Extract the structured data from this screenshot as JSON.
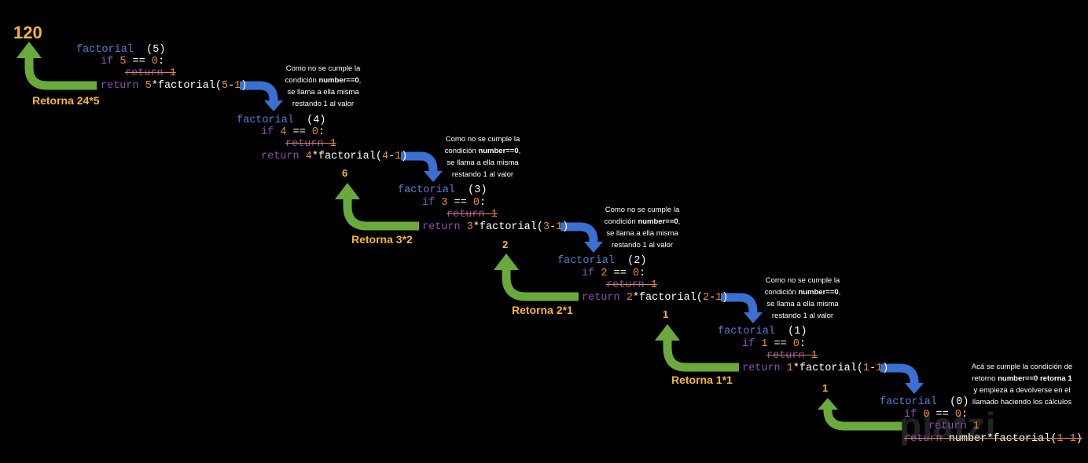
{
  "result_top": "120",
  "watermark": "platzi",
  "levels": [
    {
      "call_fn": "factorial",
      "call_arg": "(5)",
      "if_kw": "if",
      "if_num": "5",
      "if_op": "==",
      "if_zero": "0",
      "if_colon": ":",
      "ret1_kw": "return",
      "ret1_num": "1",
      "ret_kw": "return",
      "ret_num": "5",
      "ret_mul": "*factorial(",
      "ret_a": "5",
      "ret_minus": "-",
      "ret_b": "1",
      "ret_close": ")",
      "note_l1": "Como no se cumple la",
      "note_l2a": "condición ",
      "note_l2b": "number==0",
      "note_l2c": ",",
      "note_l3": "se llama a ella misma",
      "note_l4": "restando 1 al valor",
      "retorna": "Retorna 24*5",
      "value": ""
    },
    {
      "call_fn": "factorial",
      "call_arg": "(4)",
      "if_kw": "if",
      "if_num": "4",
      "if_op": "==",
      "if_zero": "0",
      "if_colon": ":",
      "ret1_kw": "return",
      "ret1_num": "1",
      "ret_kw": "return",
      "ret_num": "4",
      "ret_mul": "*factorial(",
      "ret_a": "4",
      "ret_minus": "-",
      "ret_b": "1",
      "ret_close": ")",
      "note_l1": "Como no se cumple la",
      "note_l2a": "condición ",
      "note_l2b": "number==0",
      "note_l2c": ",",
      "note_l3": "se llama a ella misma",
      "note_l4": "restando 1 al valor",
      "retorna": "",
      "value": "6"
    },
    {
      "call_fn": "factorial",
      "call_arg": "(3)",
      "if_kw": "if",
      "if_num": "3",
      "if_op": "==",
      "if_zero": "0",
      "if_colon": ":",
      "ret1_kw": "return",
      "ret1_num": "1",
      "ret_kw": "return",
      "ret_num": "3",
      "ret_mul": "*factorial(",
      "ret_a": "3",
      "ret_minus": "-",
      "ret_b": "1",
      "ret_close": ")",
      "note_l1": "Como no se cumple la",
      "note_l2a": "condición ",
      "note_l2b": "number==0",
      "note_l2c": ",",
      "note_l3": "se llama a ella misma",
      "note_l4": "restando 1 al valor",
      "retorna": "Retorna 3*2",
      "value": "2"
    },
    {
      "call_fn": "factorial",
      "call_arg": "(2)",
      "if_kw": "if",
      "if_num": "2",
      "if_op": "==",
      "if_zero": "0",
      "if_colon": ":",
      "ret1_kw": "return",
      "ret1_num": "1",
      "ret_kw": "return",
      "ret_num": "2",
      "ret_mul": "*factorial(",
      "ret_a": "2",
      "ret_minus": "-",
      "ret_b": "1",
      "ret_close": ")",
      "note_l1": "Como no se cumple la",
      "note_l2a": "condición ",
      "note_l2b": "number==0",
      "note_l2c": ",",
      "note_l3": "se llama a ella misma",
      "note_l4": "restando 1 al valor",
      "retorna": "Retorna 2*1",
      "value": "1"
    },
    {
      "call_fn": "factorial",
      "call_arg": "(1)",
      "if_kw": "if",
      "if_num": "1",
      "if_op": "==",
      "if_zero": "0",
      "if_colon": ":",
      "ret1_kw": "return",
      "ret1_num": "1",
      "ret_kw": "return",
      "ret_num": "1",
      "ret_mul": "*factorial(",
      "ret_a": "1",
      "ret_minus": "-",
      "ret_b": "1",
      "ret_close": ")",
      "retorna": "Retorna 1*1",
      "value": "1"
    }
  ],
  "base": {
    "call_fn": "factorial",
    "call_arg": "(0)",
    "if_kw": "if",
    "if_num": "0",
    "if_op": "==",
    "if_zero": "0",
    "if_colon": ":",
    "ret1_kw": "return",
    "ret1_num": "1",
    "ret_kw": "return",
    "ret_rest": "number*factorial(",
    "ret_a": "1",
    "ret_minus": "-",
    "ret_b": "1",
    "ret_close": ")",
    "note_l1": "Acá se cumple la condición de",
    "note_l2a": "retorno ",
    "note_l2b": "number==0 retorna 1",
    "note_l3": "y empieza a devolverse en el",
    "note_l4": "llamado haciendo los cálculos"
  },
  "colors": {
    "function": "#4f7fd8",
    "keyword": "#8a4fb8",
    "number": "#f08a24",
    "down_arrow": "#3b6fd1",
    "up_arrow": "#6aaa3a",
    "result": "#f5b731"
  }
}
